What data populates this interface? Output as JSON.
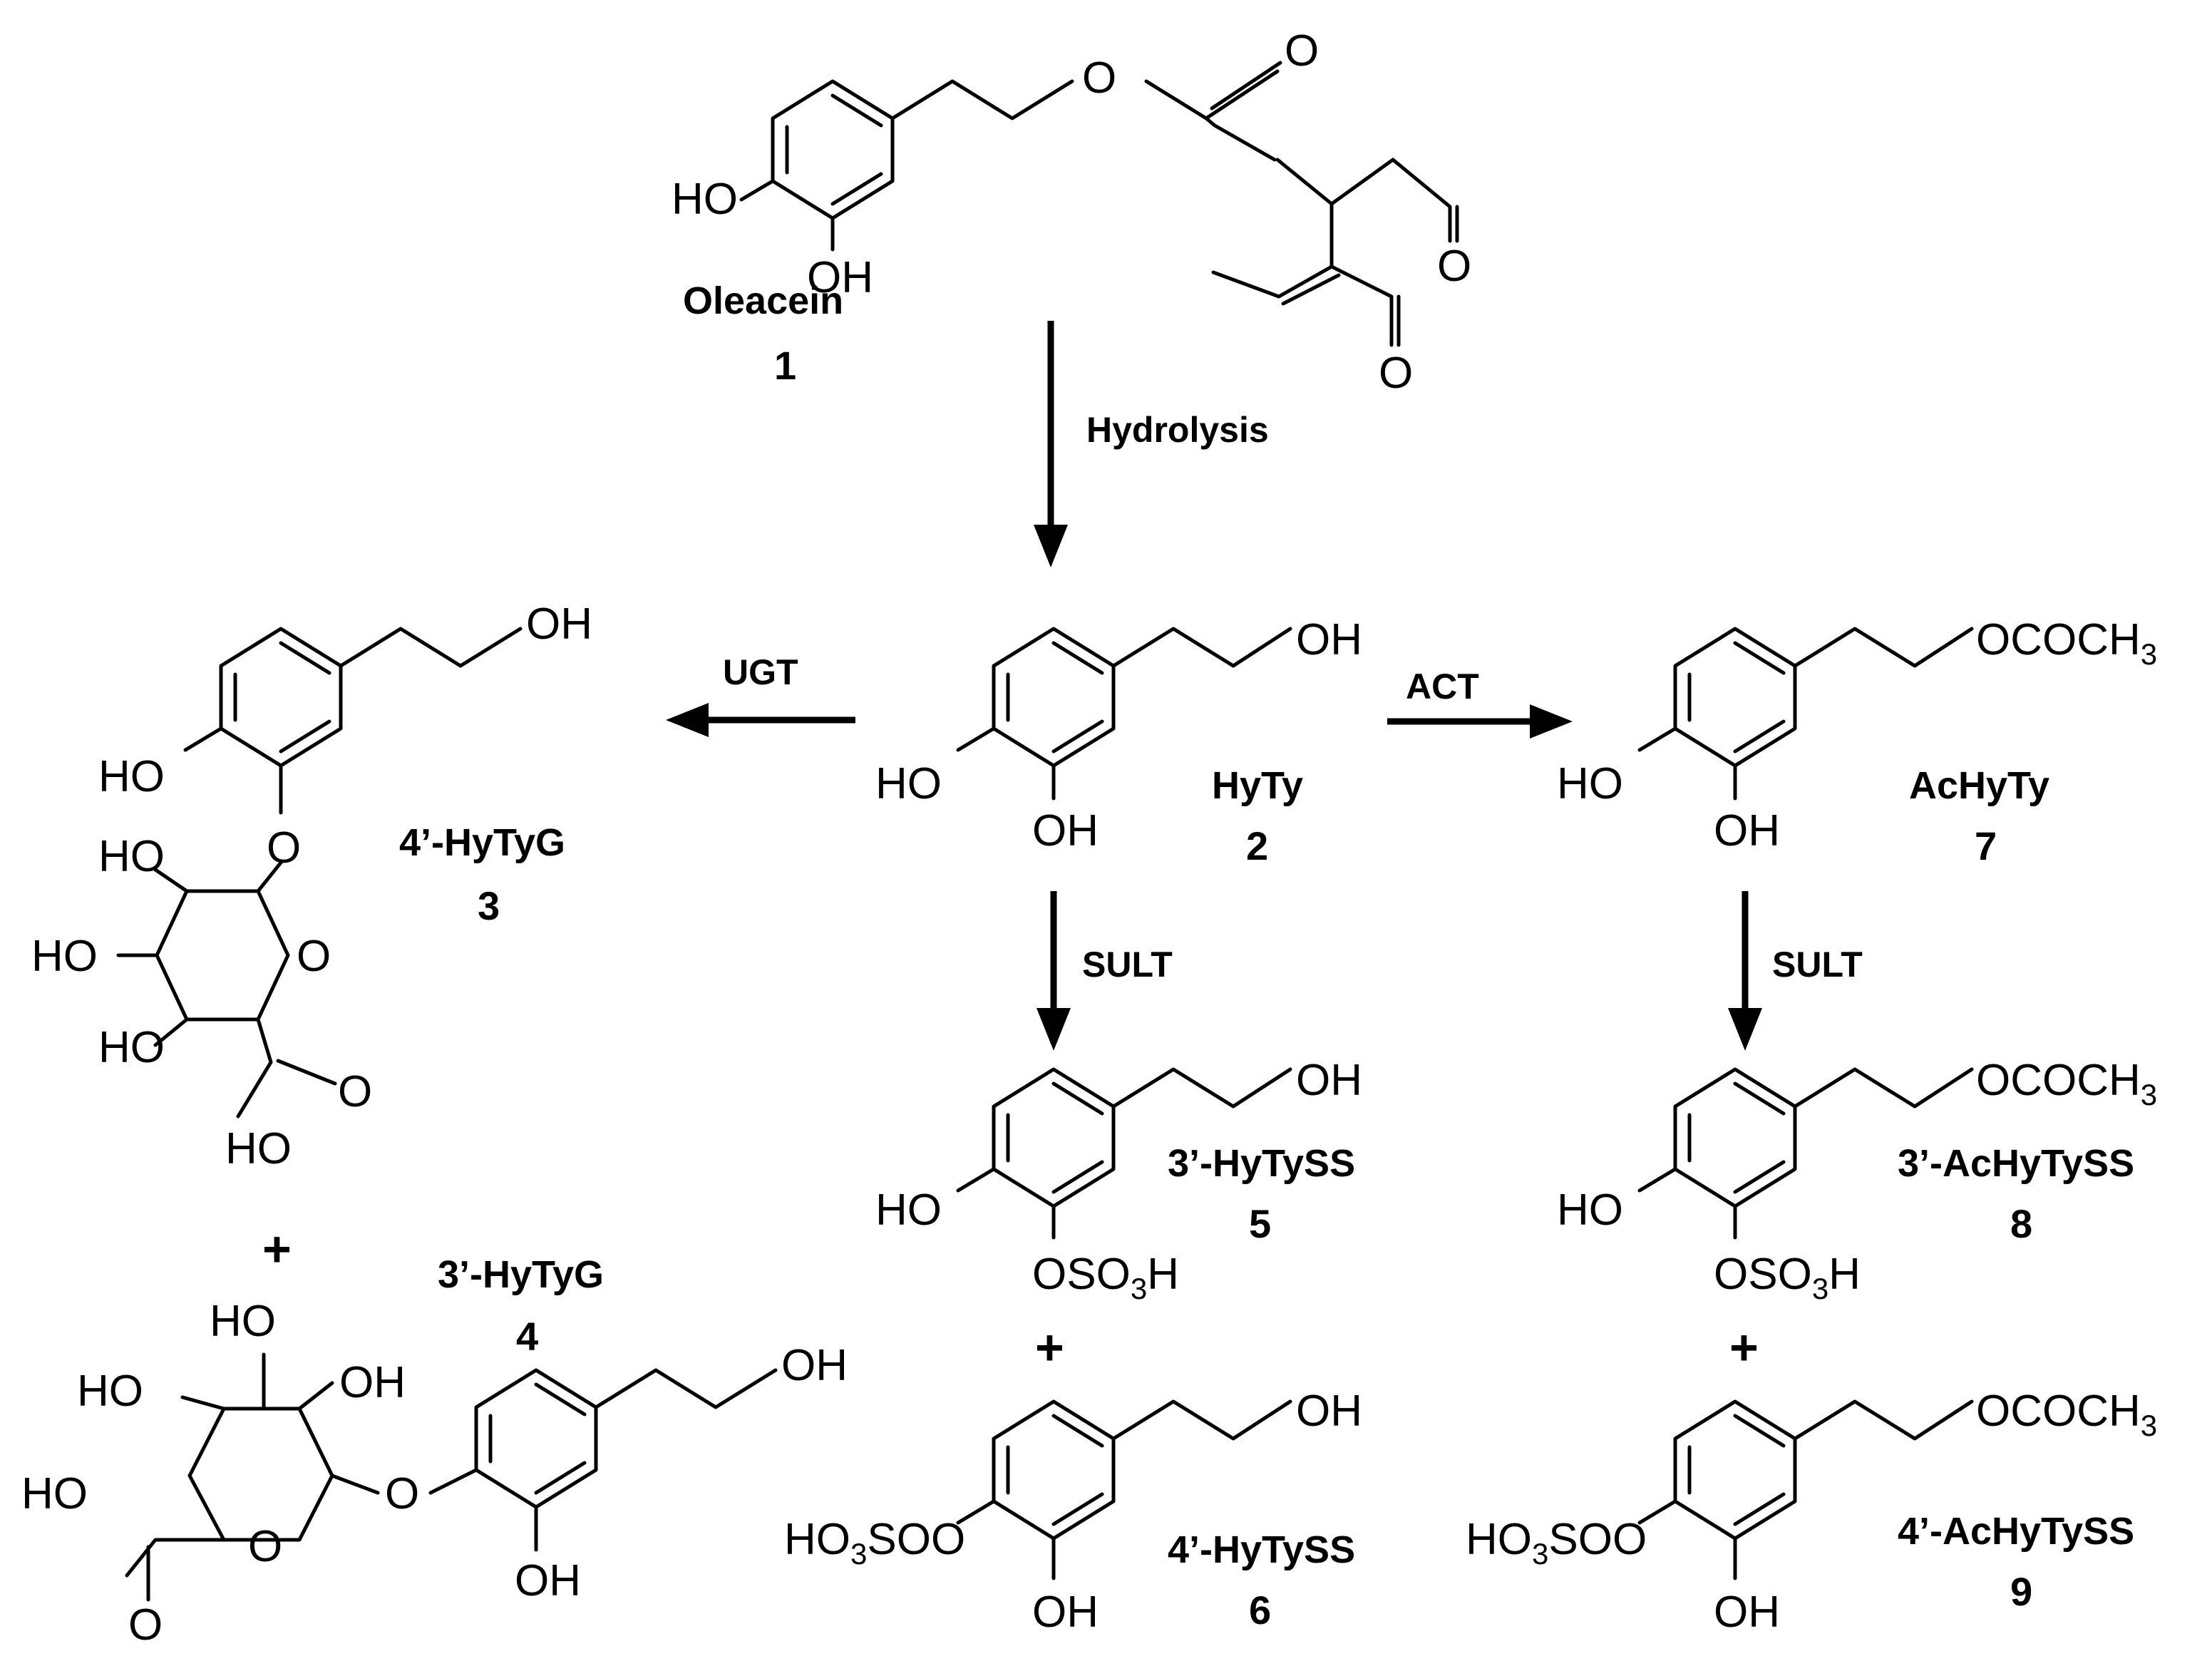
{
  "compounds": {
    "c1": {
      "name": "Oleacein",
      "number": "1"
    },
    "c2": {
      "name": "HyTy",
      "number": "2"
    },
    "c3": {
      "name": "4’-HyTyG",
      "number": "3"
    },
    "c4": {
      "name": "3’-HyTyG",
      "number": "4"
    },
    "c5": {
      "name": "3’-HyTySS",
      "number": "5"
    },
    "c6": {
      "name": "4’-HyTySS",
      "number": "6"
    },
    "c7": {
      "name": "AcHyTy",
      "number": "7"
    },
    "c8": {
      "name": "3’-AcHyTySS",
      "number": "8"
    },
    "c9": {
      "name": "4’-AcHyTySS",
      "number": "9"
    }
  },
  "reactions": {
    "hydrolysis": "Hydrolysis",
    "ugt": "UGT",
    "act": "ACT",
    "sult_left": "SULT",
    "sult_right": "SULT"
  },
  "atoms": {
    "ho": "HO",
    "oh": "OH",
    "o": "O",
    "ococh": "OCOCH",
    "osoh_a": "OSO",
    "osoh_b": "H",
    "ho3so_a": "HO",
    "ho3so_b": "SO",
    "three": "3"
  },
  "plus": "+"
}
